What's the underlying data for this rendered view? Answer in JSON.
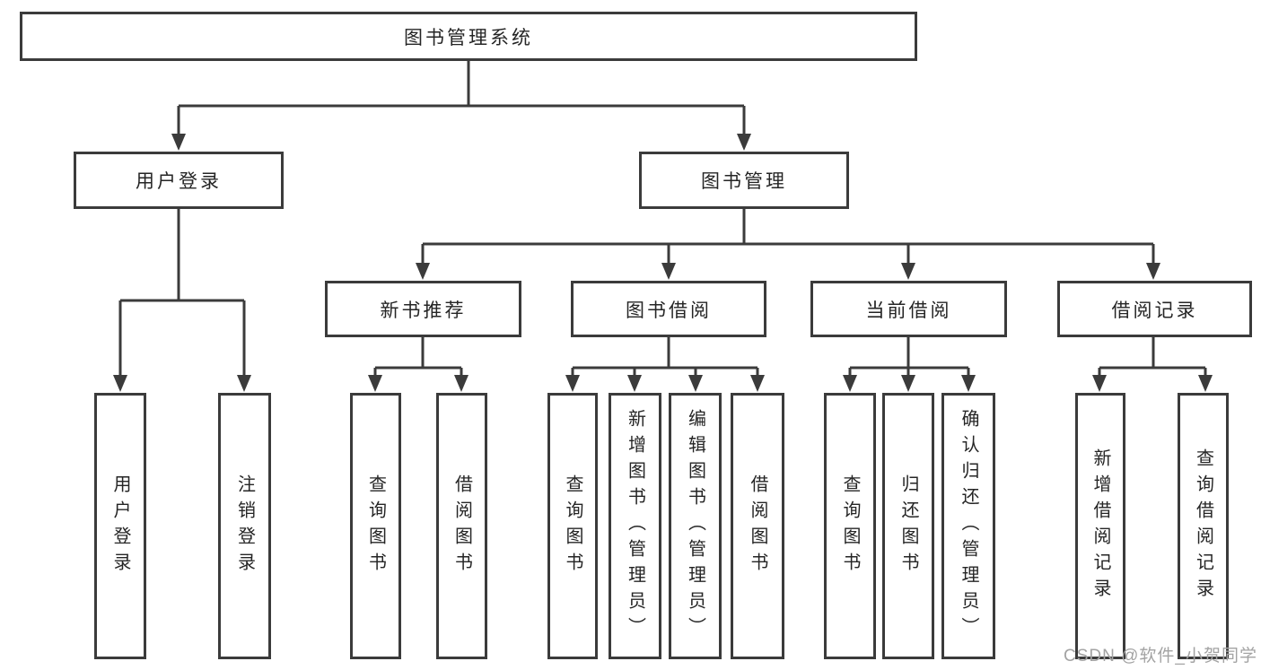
{
  "diagram": {
    "root": {
      "label": "图书管理系统",
      "children": [
        {
          "label": "用户登录",
          "children": [
            {
              "label": "用户登录"
            },
            {
              "label": "注销登录"
            }
          ]
        },
        {
          "label": "图书管理",
          "children": [
            {
              "label": "新书推荐",
              "children": [
                {
                  "label": "查询图书"
                },
                {
                  "label": "借阅图书"
                }
              ]
            },
            {
              "label": "图书借阅",
              "children": [
                {
                  "label": "查询图书"
                },
                {
                  "label": "新增图书（管理员）"
                },
                {
                  "label": "编辑图书（管理员）"
                },
                {
                  "label": "借阅图书"
                }
              ]
            },
            {
              "label": "当前借阅",
              "children": [
                {
                  "label": "查询图书"
                },
                {
                  "label": "归还图书"
                },
                {
                  "label": "确认归还（管理员）"
                }
              ]
            },
            {
              "label": "借阅记录",
              "children": [
                {
                  "label": "新增借阅记录"
                },
                {
                  "label": "查询借阅记录"
                }
              ]
            }
          ]
        }
      ]
    },
    "line_color": "#3b3b3b",
    "watermark": {
      "text": "CSDN @软件_小贺同学",
      "color": "#a3a3a3"
    }
  }
}
